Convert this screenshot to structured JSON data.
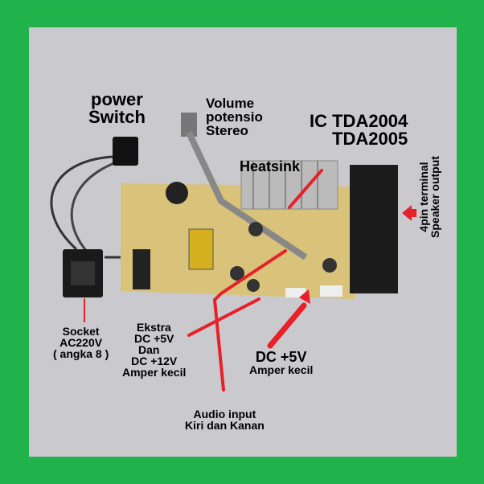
{
  "colors": {
    "border": "#22b24c",
    "background": "#c9c9ce",
    "pcb": "#d9c27a",
    "arrow": "#e8202a"
  },
  "labels": {
    "power_switch": [
      "power",
      "Switch"
    ],
    "volume": [
      "Volume",
      "potensio",
      "Stereo"
    ],
    "ic": [
      "IC TDA2004",
      "TDA2005"
    ],
    "heatsink": "Heatsink",
    "speaker": [
      "4pin terminal",
      "Speaker output"
    ],
    "socket": [
      "Socket",
      "AC220V",
      "( angka 8 )"
    ],
    "extra_dc": [
      "Ekstra",
      "DC +5V",
      "Dan",
      "DC +12V",
      "Amper kecil"
    ],
    "dc5v": [
      "DC +5V",
      "Amper kecil"
    ],
    "audio_input": [
      "Audio input",
      "Kiri dan Kanan"
    ]
  }
}
